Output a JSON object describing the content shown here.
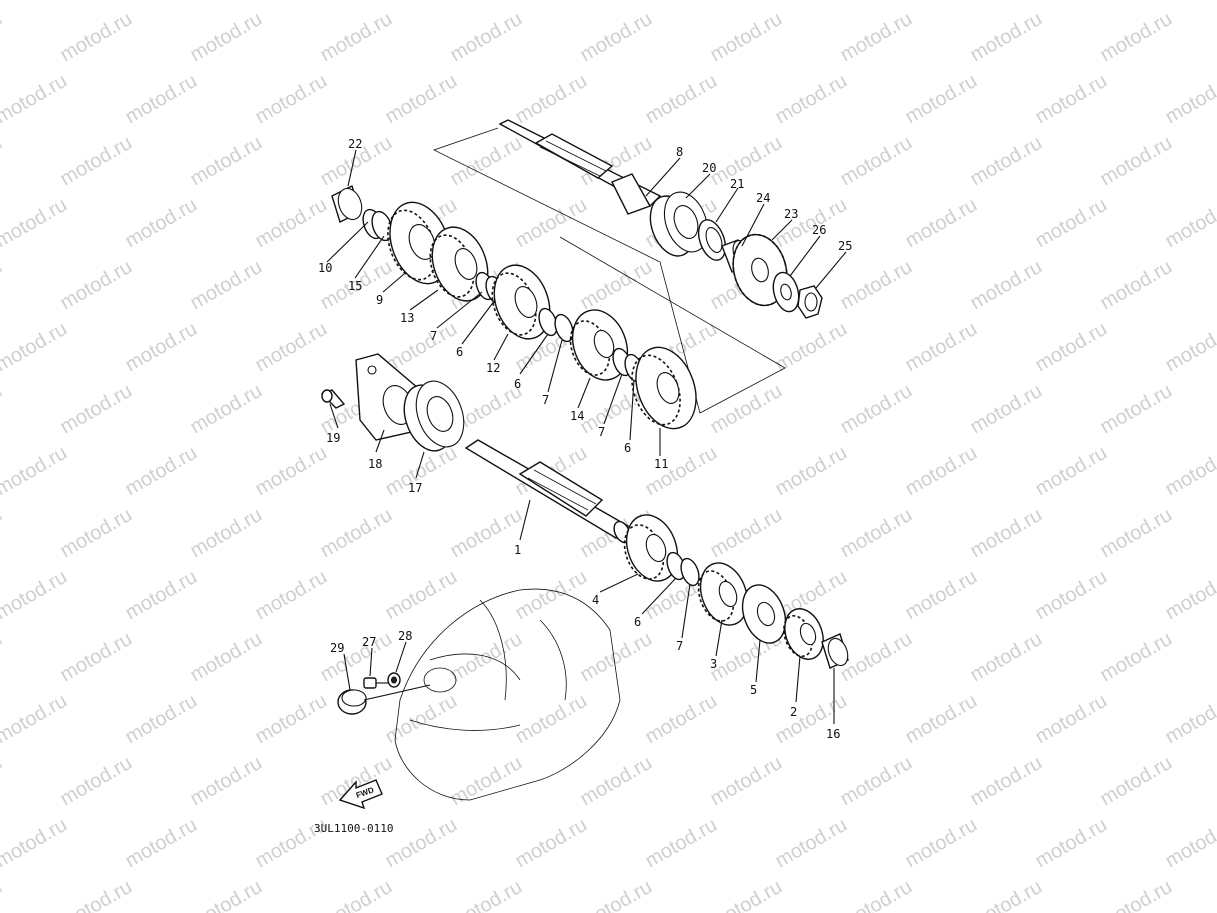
{
  "watermark": "motod.ru",
  "diagram_code": "3UL1100-0110",
  "fwd_label": "FWD",
  "callouts": {
    "p1": "1",
    "p2": "2",
    "p3": "3",
    "p4": "4",
    "p5": "5",
    "p6a": "6",
    "p6b": "6",
    "p6c": "6",
    "p6d": "6",
    "p7a": "7",
    "p7b": "7",
    "p7c": "7",
    "p7d": "7",
    "p8": "8",
    "p9": "9",
    "p10": "10",
    "p11": "11",
    "p12": "12",
    "p13": "13",
    "p14": "14",
    "p15": "15",
    "p16": "16",
    "p17": "17",
    "p18": "18",
    "p19": "19",
    "p20": "20",
    "p21": "21",
    "p22": "22",
    "p23": "23",
    "p24": "24",
    "p25": "25",
    "p26": "26",
    "p27": "27",
    "p28": "28",
    "p29": "29"
  }
}
